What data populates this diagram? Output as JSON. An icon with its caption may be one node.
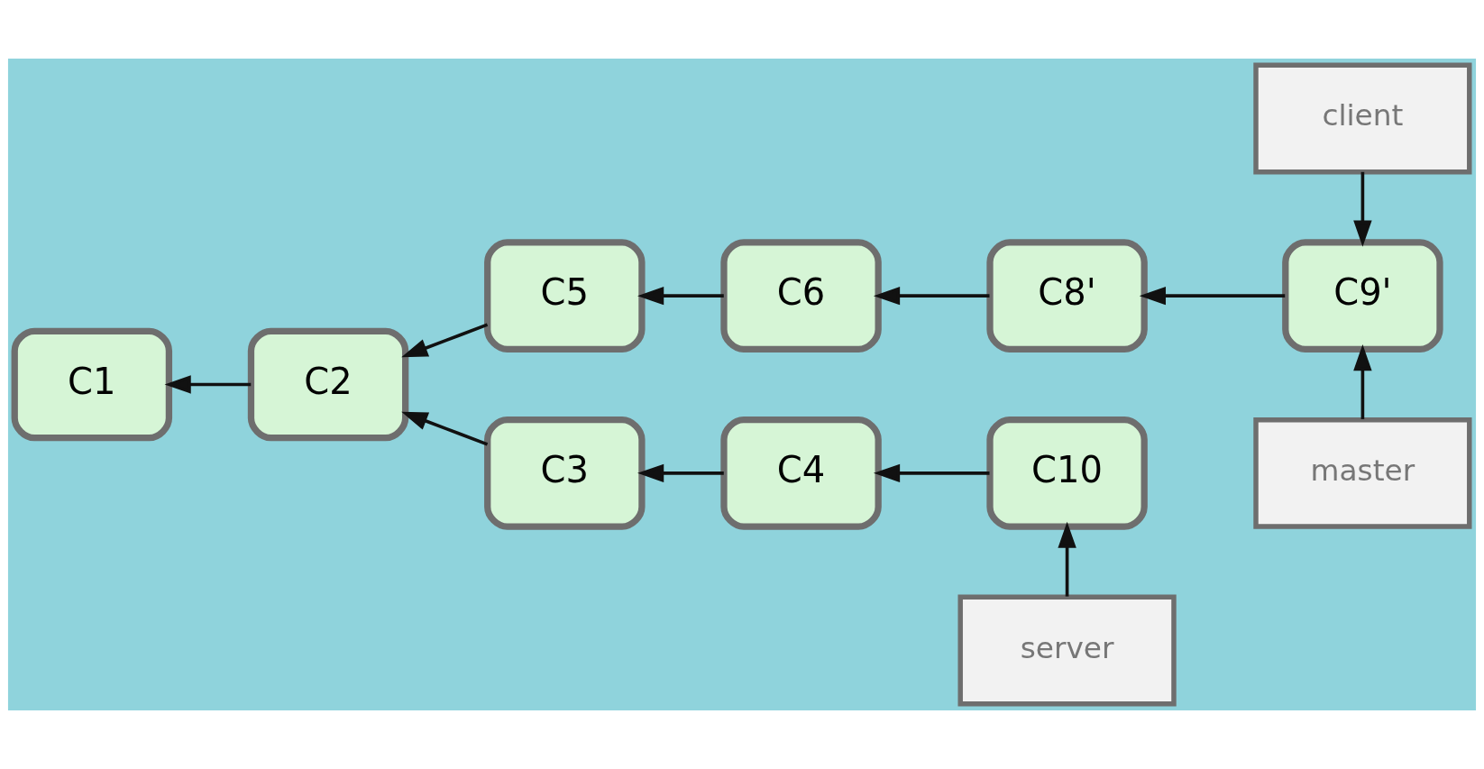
{
  "diagram": {
    "nodes": [
      {
        "text": [
          "client"
        ]
      },
      {
        "text": [
          "C1"
        ]
      },
      {
        "text": [
          "C2"
        ]
      },
      {
        "text": [
          "C5"
        ]
      },
      {
        "text": [
          "C6"
        ]
      },
      {
        "text": [
          "C8'"
        ]
      },
      {
        "text": [
          "C9'"
        ]
      },
      {
        "text": [
          "C3"
        ]
      },
      {
        "text": [
          "C4"
        ]
      },
      {
        "text": [
          "C10"
        ]
      },
      {
        "text": [
          "master"
        ]
      },
      {
        "text": [
          "server"
        ]
      }
    ],
    "edges": [
      {
        "from": 0,
        "to": 6,
        "arrow": "to"
      },
      {
        "from": 2,
        "to": 1,
        "arrow": "to"
      },
      {
        "from": 3,
        "to": 2,
        "arrow": "to"
      },
      {
        "from": 4,
        "to": 3,
        "arrow": "to"
      },
      {
        "from": 5,
        "to": 4,
        "arrow": "to"
      },
      {
        "from": 6,
        "to": 5,
        "arrow": "to"
      },
      {
        "from": 7,
        "to": 2,
        "arrow": "to"
      },
      {
        "from": 8,
        "to": 7,
        "arrow": "to"
      },
      {
        "from": 9,
        "to": 8,
        "arrow": "to"
      },
      {
        "from": 10,
        "to": 6,
        "arrow": "to"
      },
      {
        "from": 11,
        "to": 9,
        "arrow": "to"
      }
    ]
  }
}
